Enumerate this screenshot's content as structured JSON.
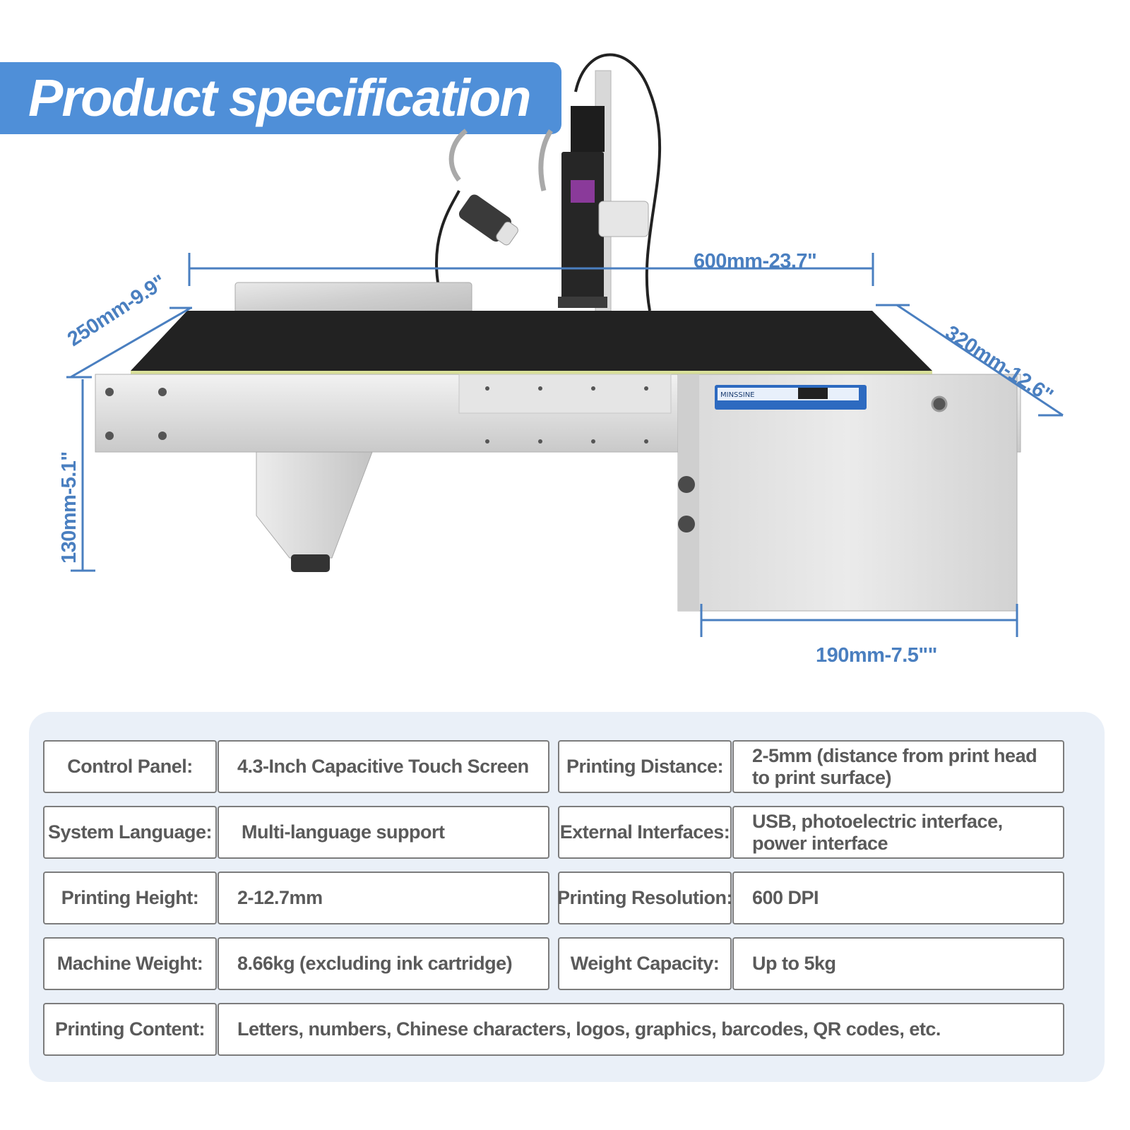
{
  "banner": {
    "title": "Product specification"
  },
  "dimensions": {
    "length": "600mm-23.7\"",
    "width": "250mm-9.9\"",
    "depth": "320mm-12.6\"",
    "height": "130mm-5.1\"",
    "base": "190mm-7.5\"\""
  },
  "screen_brand": "MINSSINE",
  "specs": [
    {
      "label": "Control Panel:",
      "value": "4.3-Inch Capacitive Touch Screen"
    },
    {
      "label": "Printing Distance:",
      "value": "2-5mm (distance from print head to print surface)"
    },
    {
      "label": "System Language:",
      "value": "Multi-language support"
    },
    {
      "label": "External Interfaces:",
      "value": "USB, photoelectric interface, power interface"
    },
    {
      "label": "Printing Height:",
      "value": "2-12.7mm"
    },
    {
      "label": "Printing Resolution:",
      "value": "600 DPI"
    },
    {
      "label": "Machine Weight:",
      "value": "8.66kg (excluding ink cartridge)"
    },
    {
      "label": "Weight Capacity:",
      "value": "Up to 5kg"
    },
    {
      "label": "Printing Content:",
      "value": "Letters, numbers, Chinese characters, logos, graphics, barcodes, QR codes, etc."
    }
  ],
  "colors": {
    "accent": "#4f8fd8",
    "dimension": "#4a7fc0",
    "panel": "#eaf0f8",
    "border": "#7c7c7c"
  }
}
